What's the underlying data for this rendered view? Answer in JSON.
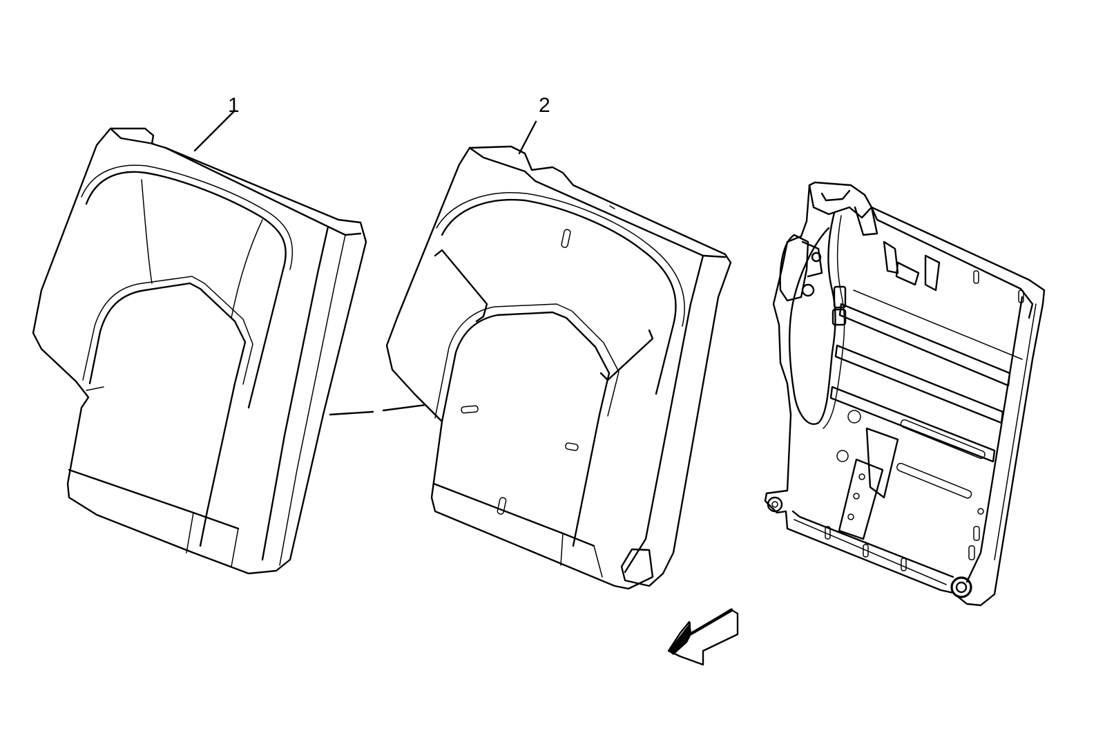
{
  "callouts": [
    {
      "id": "1",
      "label": "1"
    },
    {
      "id": "2",
      "label": "2"
    }
  ],
  "colors": {
    "line": "#000000",
    "background": "#ffffff"
  },
  "icons": {
    "direction_arrow": "front-direction-arrow-icon"
  }
}
